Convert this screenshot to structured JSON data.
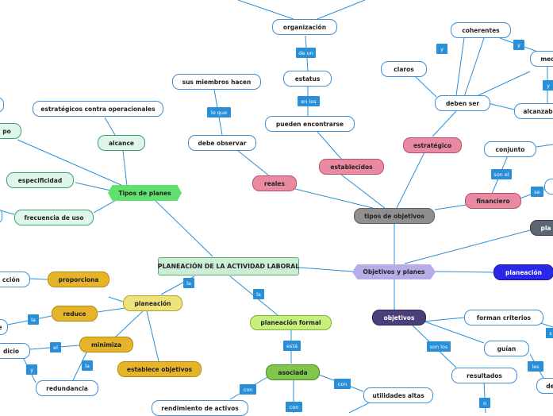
{
  "colors": {
    "connector": "#2a8fd9",
    "central": "#cdeed6",
    "tipos_planes": "#5fe06f",
    "objetivos_planes": "#b7abe8"
  },
  "nodes": {
    "central": "PLANEACIÓN DE LA ACTIVIDAD LABORAL",
    "tipos_planes": "Tipos de planes",
    "alcance": "alcance",
    "estrategicos_operacionales": "estratégicos contra operacionales",
    "especificidad": "especificidad",
    "frecuencia_uso": "frecuencia de uso",
    "tiempo_partial": "po",
    "proporciona": "proporciona",
    "accion_partial": "cción",
    "planeacion_left": "planeación",
    "reduce": "reduce",
    "e_partial": "e",
    "minimiza": "minimiza",
    "dicio_partial": "dicio",
    "redundancia": "redundancia",
    "establece_objetivos": "establece objetivos",
    "planeacion_formal": "planeación formal",
    "asociada": "asociada",
    "rendimiento_activos": "rendimiento de activos",
    "utilidades_altas": "utilidades altas",
    "reales": "reales",
    "debe_observar": "debe observar",
    "sus_miembros_hacen": "sus miembros hacen",
    "establecidos": "establecidos",
    "pueden_encontrarse": "pueden encontrarse",
    "estatus": "estatus",
    "organizacion": "organización",
    "estrategico": "estratégico",
    "deben_ser": "deben ser",
    "claros": "claros",
    "coherentes": "coherentes",
    "medibles_partial": "med",
    "alcanzables_partial": "alcanzab",
    "financiero": "financiero",
    "conjunto": "conjunto",
    "tipos_objetivos": "tipos de objetivos",
    "objetivos_planes": "Objetivos y planes",
    "pla_partial": "pla",
    "planeacion_right": "planeación",
    "objetivos": "objetivos",
    "forman_criterios": "forman criterios",
    "guian": "guían",
    "resultados": "resultados",
    "de_partial": "de"
  },
  "labels": {
    "lo_que": "lo que",
    "en_los": "en los",
    "de_un": "de un",
    "la_1": "la",
    "la_2": "la",
    "la_3": "la",
    "la_4": "la",
    "el": "el",
    "y_left": "y",
    "esta": "está",
    "con_1": "con",
    "con_2": "con",
    "con_3": "con",
    "y_1": "y",
    "y_2": "y",
    "y_3": "y",
    "son_el": "son el",
    "se": "se",
    "son_los": "son los",
    "les": "les",
    "o": "o",
    "s_partial": "s"
  }
}
